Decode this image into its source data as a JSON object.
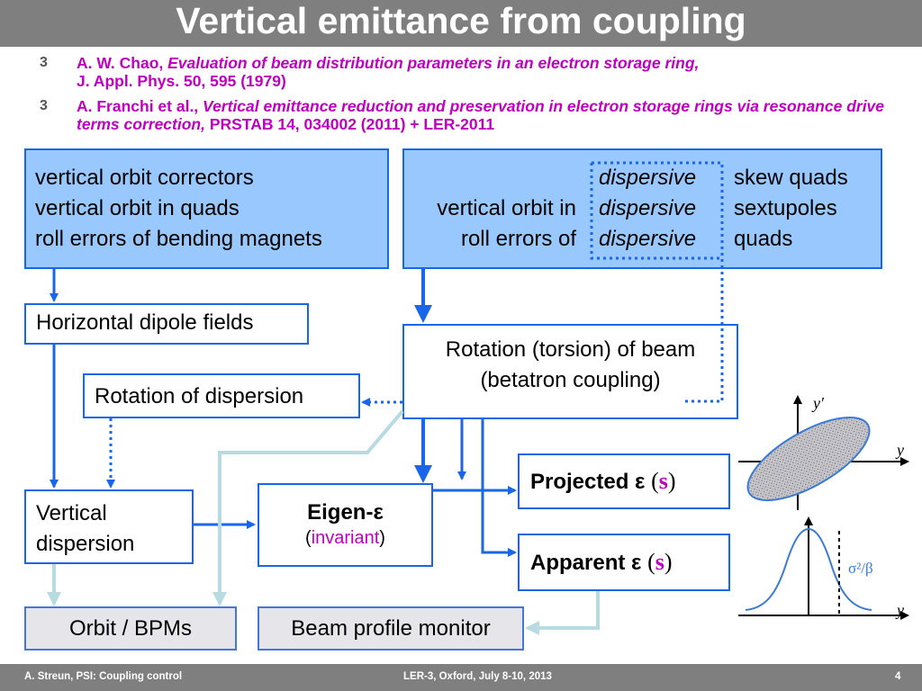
{
  "title": "Vertical emittance from coupling",
  "references": [
    {
      "bullet": "3",
      "authors": "A. W. Chao, ",
      "title_italic": "Evaluation of beam distribution parameters in an electron storage ring,",
      "rest": "J. Appl. Phys. 50, 595 (1979)"
    },
    {
      "bullet": "3",
      "authors": "A. Franchi et al., ",
      "title_italic": "Vertical emittance reduction and preservation in electron storage rings via resonance drive terms correction,",
      "rest": " PRSTAB 14, 034002 (2011) + LER-2011"
    }
  ],
  "sources_left": [
    "vertical orbit correctors",
    "vertical orbit in quads",
    "roll errors of bending magnets"
  ],
  "sources_right": {
    "col1": [
      "",
      "vertical orbit in",
      "roll errors of"
    ],
    "col2": [
      "dispersive",
      "dispersive",
      "dispersive"
    ],
    "col3": [
      "skew quads",
      "sextupoles",
      "quads"
    ]
  },
  "boxes": {
    "horizontal_dipole": "Horizontal dipole fields",
    "rotation_beam": [
      "Rotation (torsion) of beam",
      "(betatron coupling)"
    ],
    "rotation_dispersion": "Rotation of dispersion",
    "vertical_dispersion": [
      "Vertical",
      "dispersion"
    ],
    "eigen_label": "Eigen-ε",
    "eigen_open": "(",
    "eigen_note": "invariant",
    "eigen_close": ")",
    "projected_label": "Projected ε",
    "apparent_label": "Apparent ε",
    "s_open": "(",
    "s_symbol": "s",
    "s_close": ")",
    "orbit_bpms": "Orbit / BPMs",
    "beam_profile": "Beam profile monitor"
  },
  "graph_labels": {
    "yprime": "y′",
    "y_top": "y",
    "y_bottom": "y",
    "sigma_beta": "σ²/β"
  },
  "footer": {
    "left": "A. Streun, PSI: Coupling control",
    "center": "LER-3, Oxford, July 8-10, 2013",
    "page": "4"
  },
  "colors": {
    "blue_arrow": "#1a66e8",
    "light_arrow": "#b7dbe0",
    "magenta": "#c000c0",
    "title_bar": "#7f7f7f"
  }
}
